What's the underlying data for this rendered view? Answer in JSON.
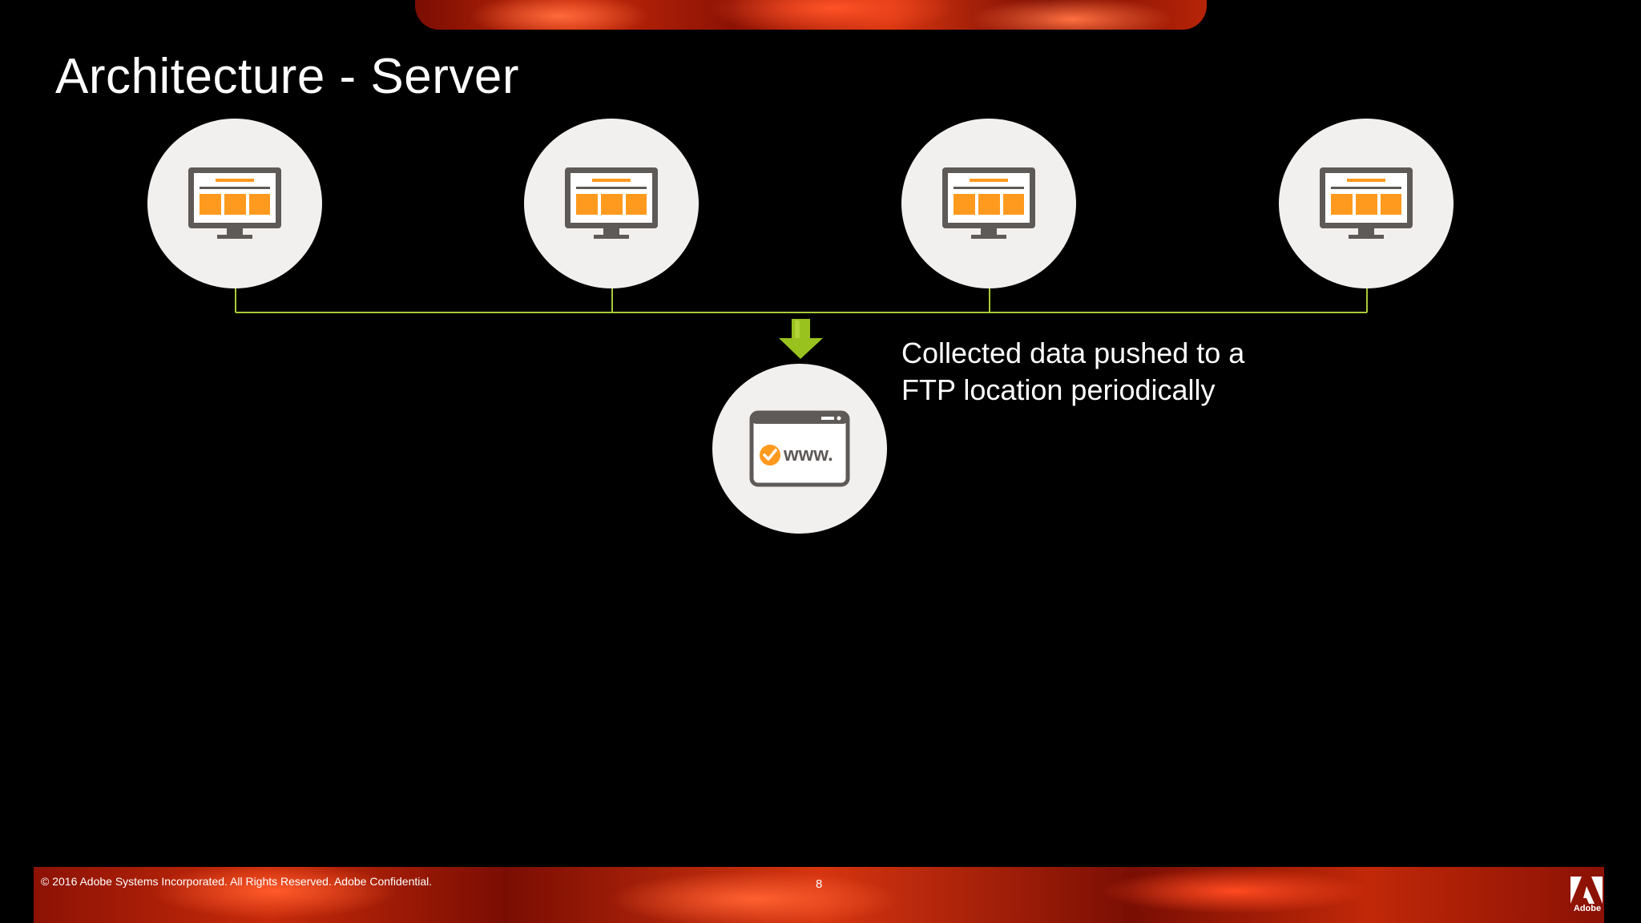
{
  "slide": {
    "title": "Architecture - Server",
    "caption_lines": [
      "Collected data pushed to a",
      "FTP location periodically"
    ]
  },
  "diagram": {
    "sources": [
      {
        "icon": "monitor-icon"
      },
      {
        "icon": "monitor-icon"
      },
      {
        "icon": "monitor-icon"
      },
      {
        "icon": "monitor-icon"
      }
    ],
    "target": {
      "icon": "browser-www-icon",
      "label": "www."
    },
    "arrow_icon": "down-arrow-icon"
  },
  "footer": {
    "copyright": "© 2016 Adobe Systems Incorporated.  All Rights Reserved.  Adobe Confidential.",
    "page_number": "8",
    "logo_text": "Adobe"
  },
  "colors": {
    "background": "#000000",
    "node_fill": "#f2f0ef",
    "accent_orange": "#ff9a1f",
    "icon_gray": "#5e5a57",
    "connector_green": "#a9c93a",
    "arrow_green": "#9ac21e",
    "band_red": "#c62a0a"
  }
}
